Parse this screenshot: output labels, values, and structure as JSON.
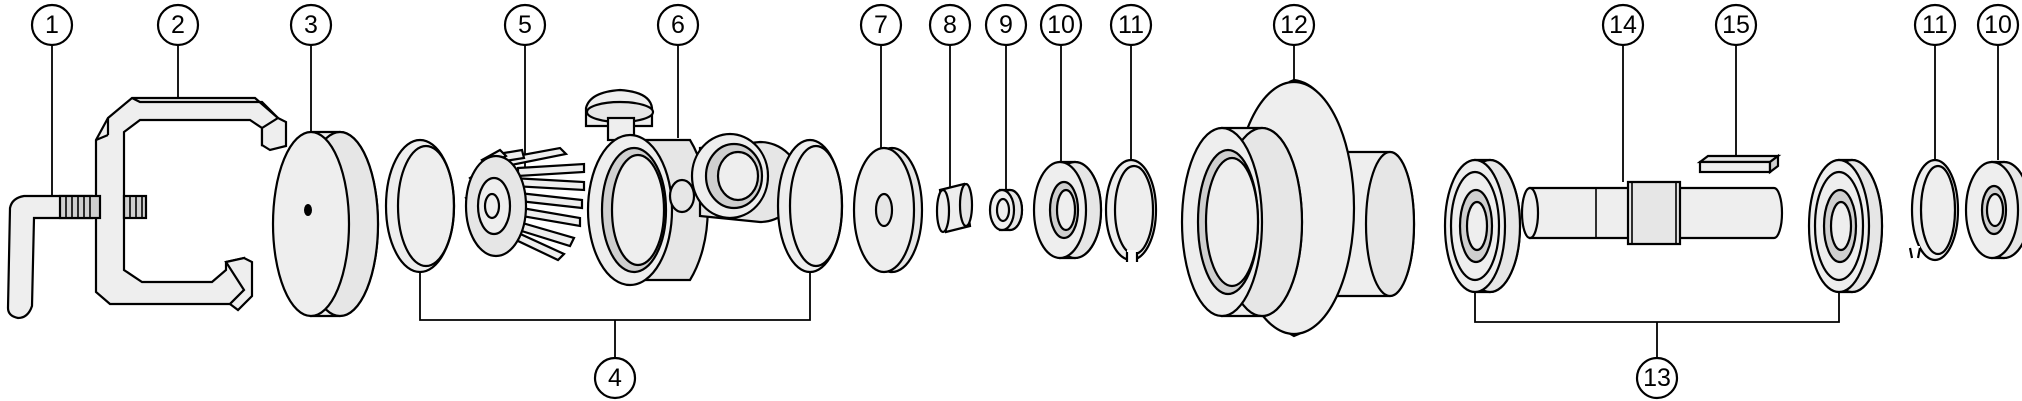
{
  "callouts": [
    {
      "id": "c1",
      "label": "1"
    },
    {
      "id": "c2",
      "label": "2"
    },
    {
      "id": "c3",
      "label": "3"
    },
    {
      "id": "c5",
      "label": "5"
    },
    {
      "id": "c6",
      "label": "6"
    },
    {
      "id": "c7",
      "label": "7"
    },
    {
      "id": "c8",
      "label": "8"
    },
    {
      "id": "c9",
      "label": "9"
    },
    {
      "id": "c10a",
      "label": "10"
    },
    {
      "id": "c11a",
      "label": "11"
    },
    {
      "id": "c12",
      "label": "12"
    },
    {
      "id": "c14",
      "label": "14"
    },
    {
      "id": "c15",
      "label": "15"
    },
    {
      "id": "c11b",
      "label": "11"
    },
    {
      "id": "c10b",
      "label": "10"
    },
    {
      "id": "c4",
      "label": "4"
    },
    {
      "id": "c13",
      "label": "13"
    }
  ]
}
